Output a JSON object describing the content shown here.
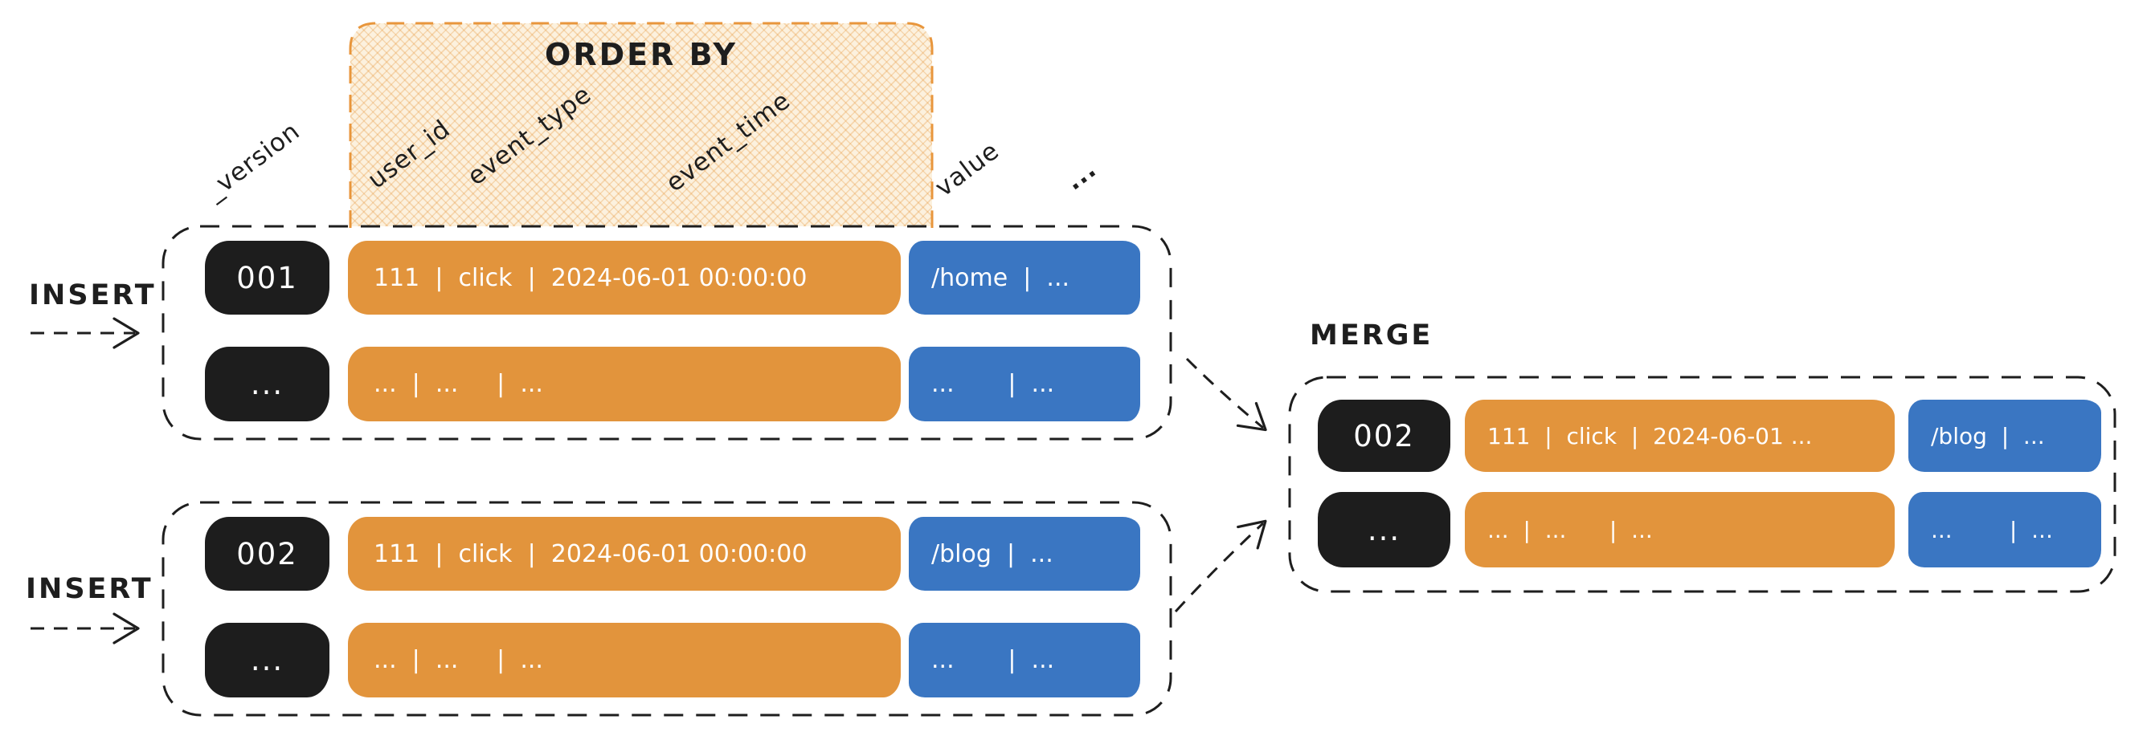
{
  "order_by": {
    "title": "ORDER BY",
    "columns_covered": [
      "user_id",
      "event_type",
      "event_time"
    ]
  },
  "columns": {
    "version": "_version",
    "user_id": "user_id",
    "event_type": "event_type",
    "event_time": "event_time",
    "value": "value",
    "more": "..."
  },
  "parts": {
    "insert1": {
      "action": "INSERT",
      "rows": [
        {
          "version": "001",
          "ordered": "111  |  click  |  2024-06-01 00:00:00",
          "value": "/home  |  ..."
        },
        {
          "version": "...",
          "ordered": "...  |  ...     |  ...",
          "value": "...       |  ..."
        }
      ]
    },
    "insert2": {
      "action": "INSERT",
      "rows": [
        {
          "version": "002",
          "ordered": "111  |  click  |  2024-06-01 00:00:00",
          "value": "/blog  |  ..."
        },
        {
          "version": "...",
          "ordered": "...  |  ...     |  ...",
          "value": "...       |  ..."
        }
      ]
    },
    "merged": {
      "action": "MERGE",
      "rows": [
        {
          "version": "002",
          "ordered": "111  |  click  |  2024-06-01 ...",
          "value": "/blog  |  ..."
        },
        {
          "version": "...",
          "ordered": "...  |  ...      |  ...",
          "value": "...        |  ..."
        }
      ]
    }
  },
  "colors": {
    "pill_orange": "#E2943C",
    "pill_blue": "#3A76C2",
    "pill_black": "#1D1D1D",
    "hatch_fill": "#FCF1DE",
    "hatch_border": "#E8963C",
    "stroke": "#1E1E1E",
    "pill_text": "#FFFFFF"
  }
}
